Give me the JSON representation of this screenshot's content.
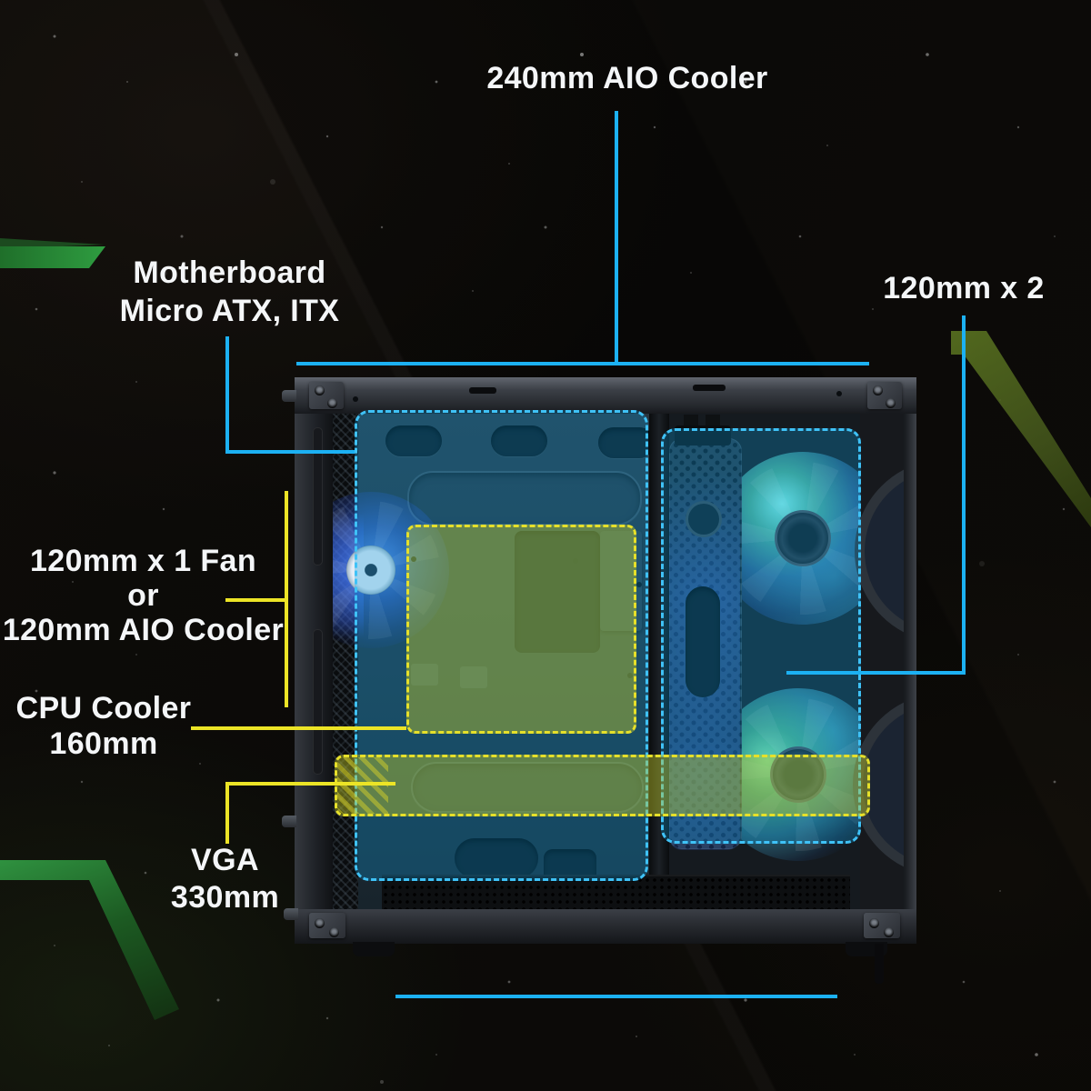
{
  "colors": {
    "accent_cyan": "#1cb1f3",
    "accent_yellow": "#ece426",
    "accent_green": "#2f9e41",
    "accent_olive": "#5f7a22",
    "label_text": "#f4f6f8"
  },
  "annotations": {
    "top_cooler": {
      "label": "240mm AIO Cooler"
    },
    "motherboard": {
      "lines": [
        "Motherboard",
        "Micro ATX, ITX"
      ]
    },
    "front_fan": {
      "lines": [
        "120mm x 1 Fan",
        "or",
        "120mm AIO Cooler"
      ]
    },
    "cpu_cooler": {
      "lines": [
        "CPU Cooler",
        "160mm"
      ]
    },
    "vga": {
      "lines": [
        "VGA",
        "330mm"
      ]
    },
    "side_fans": {
      "label": "120mm x 2"
    }
  }
}
